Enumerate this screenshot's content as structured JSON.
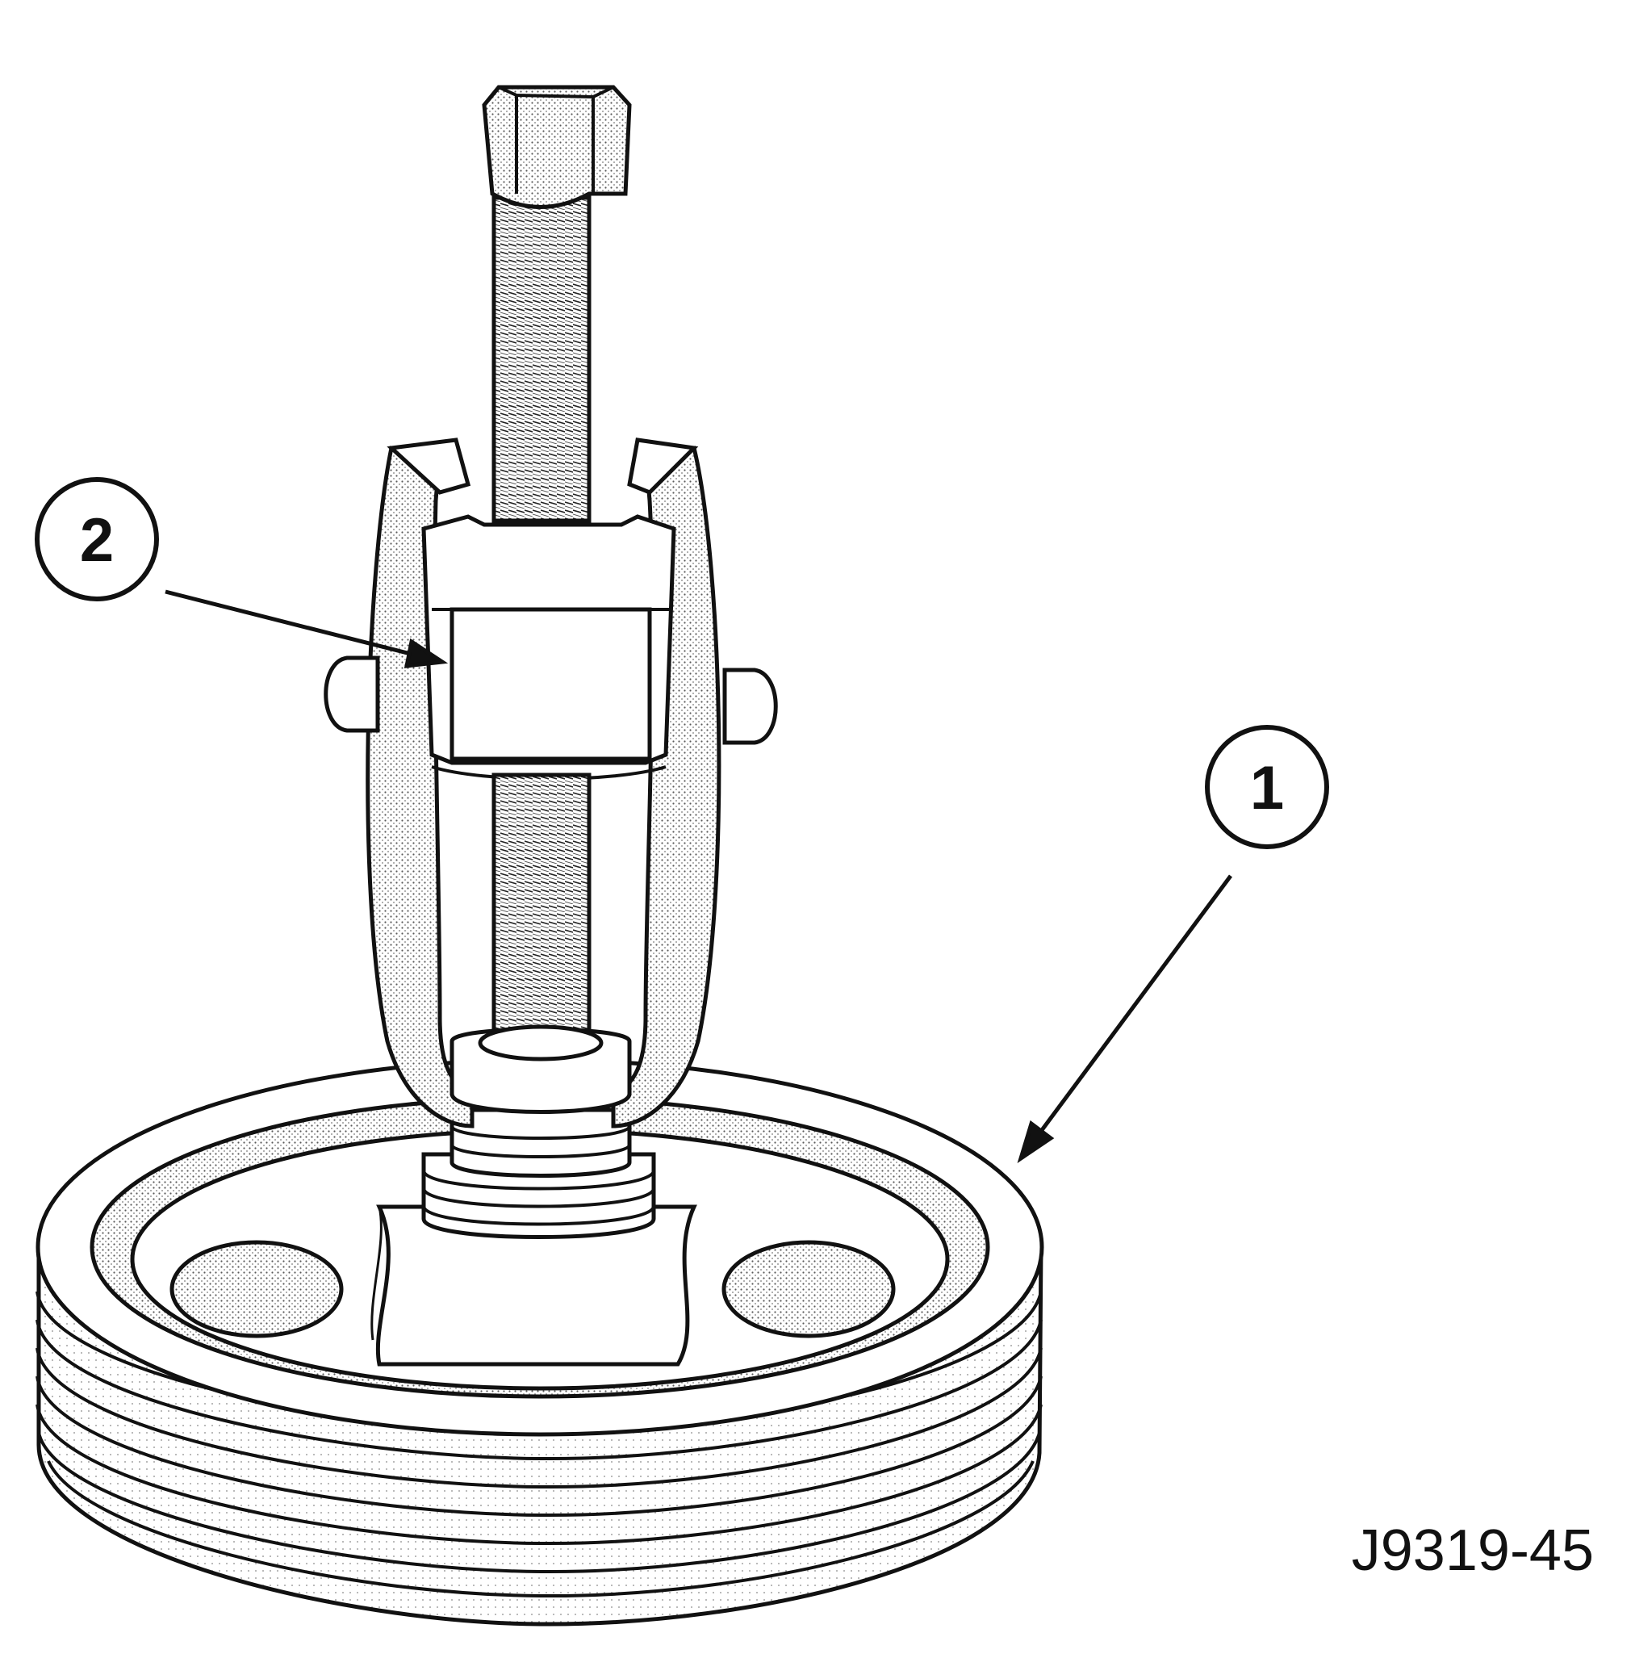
{
  "callouts": {
    "pulley": "1",
    "puller": "2"
  },
  "figure_id": "J9319-45",
  "colors": {
    "ink": "#111111",
    "shade": "#c8c8c8",
    "paper": "#ffffff"
  }
}
